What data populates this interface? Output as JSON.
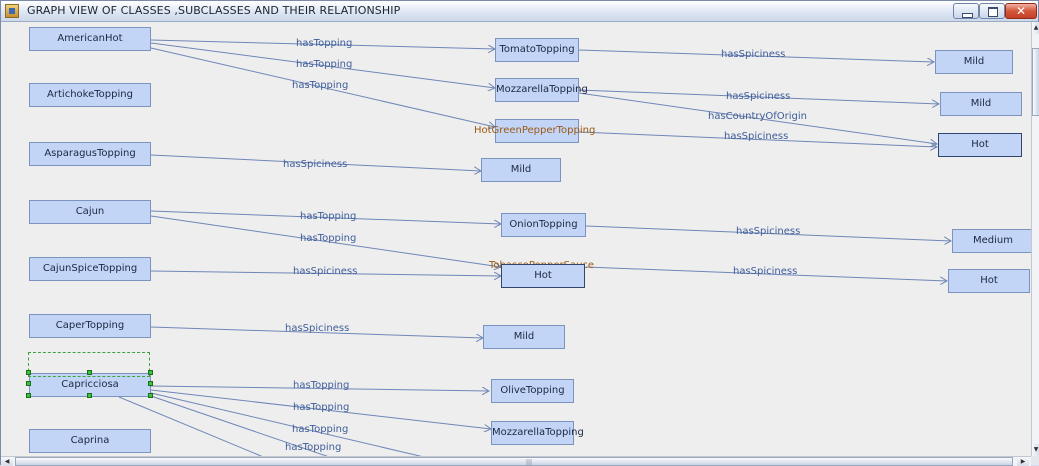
{
  "window": {
    "title": "GRAPH VIEW OF CLASSES ,SUBCLASSES AND THEIR RELATIONSHIP",
    "controls": {
      "minimize": "",
      "maximize": "",
      "close": "✕"
    }
  },
  "graph": {
    "nodes": {
      "american_hot": "AmericanHot",
      "artichoke_topping": "ArtichokeTopping",
      "asparagus_topping": "AsparagusTopping",
      "cajun": "Cajun",
      "cajun_spice_topping": "CajunSpiceTopping",
      "caper_topping": "CaperTopping",
      "capricciosa": "Capricciosa",
      "caprina": "Caprina",
      "tomato_topping": "TomatoTopping",
      "mozzarella_topping_1": "MozzarellaTopping",
      "hot_green_pepper_topping": "HotGreenPepperTopping",
      "mild_1": "Mild",
      "mild_2": "Mild",
      "hot_1": "Hot",
      "mild_3": "Mild",
      "onion_topping": "OnionTopping",
      "medium": "Medium",
      "tobasco_pepper_sauce": "TobascoPepperSauce",
      "hot_2": "Hot",
      "hot_3": "Hot",
      "mild_4": "Mild",
      "olive_topping": "OliveTopping",
      "mozzarella_topping_2": "MozzarellaTopping"
    },
    "edge_labels": {
      "has_topping": "hasTopping",
      "has_spiciness": "hasSpiciness",
      "has_country_of_origin": "hasCountryOfOrigin"
    }
  },
  "scrollbars": {
    "up_arrow": "▲",
    "down_arrow": "▼",
    "left_arrow": "◀",
    "right_arrow": "▶",
    "grip": "|||"
  }
}
